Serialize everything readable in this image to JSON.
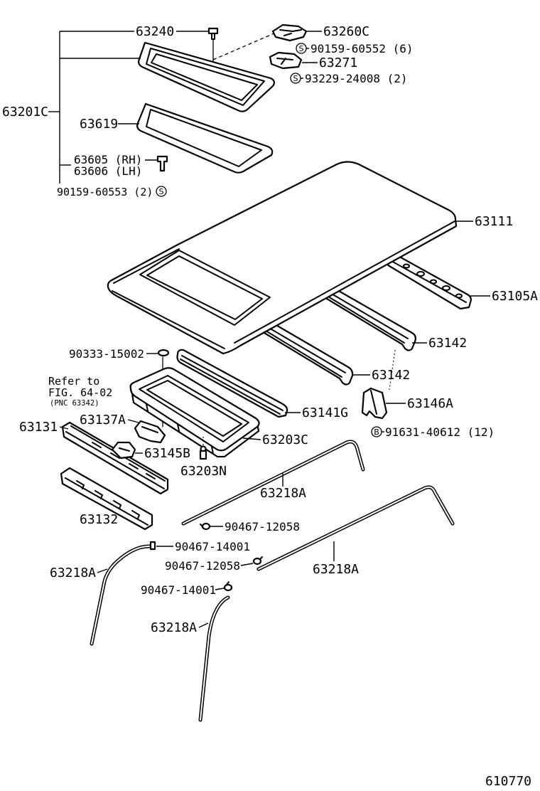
{
  "colors": {
    "ink": "#000000",
    "paper": "#ffffff"
  },
  "callouts": {
    "p63240": "63240",
    "p63260c": "63260C",
    "p90159_60552": "90159-60552 (6)",
    "p63271": "63271",
    "p93229_24008": "93229-24008 (2)",
    "p63201c": "63201C",
    "p63619": "63619",
    "p63605": "63605 (RH)",
    "p63606": "63606 (LH)",
    "p90159_60553": "90159-60553 (2)",
    "p63111": "63111",
    "p63105a": "63105A",
    "p63142_a": "63142",
    "p63142_b": "63142",
    "p90333_15002": "90333-15002",
    "p63137a": "63137A",
    "p63131": "63131",
    "p63141g": "63141G",
    "p63146a": "63146A",
    "p91631_40612": "91631-40612 (12)",
    "p63145b": "63145B",
    "p63203c": "63203C",
    "p63203n": "63203N",
    "p63218a_a": "63218A",
    "p63132": "63132",
    "p90467_12058_a": "90467-12058",
    "p90467_14001_a": "90467-14001",
    "p63218a_b": "63218A",
    "p90467_12058_b": "90467-12058",
    "p63218a_c": "63218A",
    "p90467_14001_b": "90467-14001",
    "p63218a_d": "63218A"
  },
  "reference_note": {
    "line1": "Refer to",
    "line2": "FIG. 64-02",
    "line3": "(PNC 63342)"
  },
  "symbols": {
    "s_mark": "S",
    "b_mark": "B"
  },
  "figure_number": "610770"
}
